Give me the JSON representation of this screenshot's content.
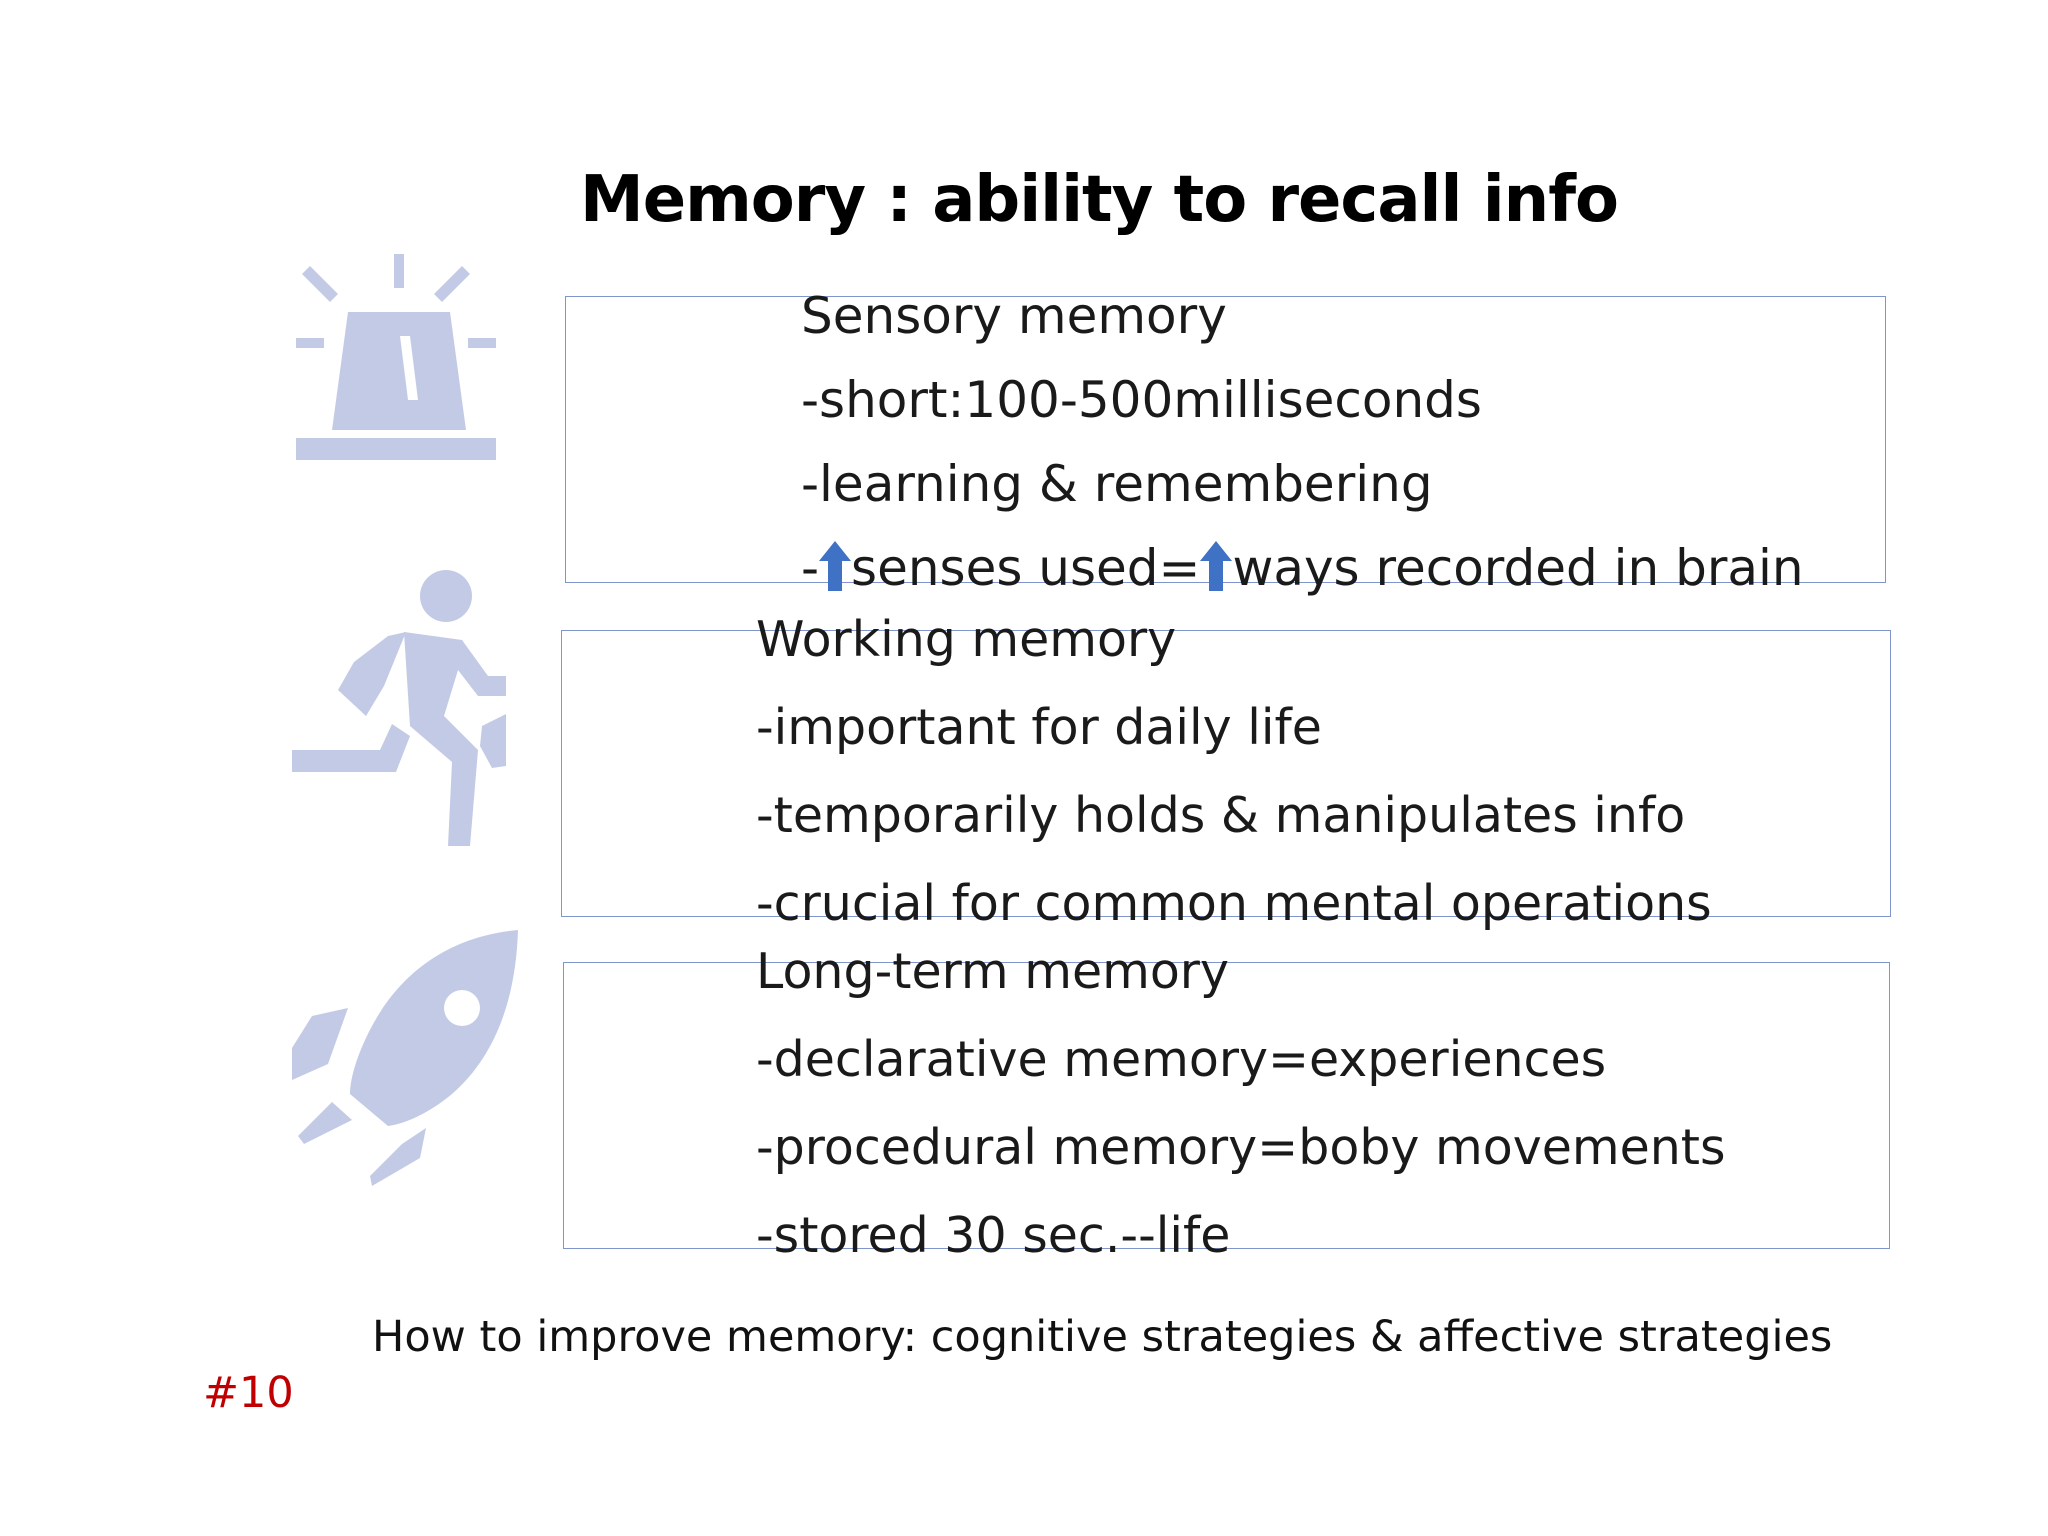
{
  "title": "Memory : ability to recall info",
  "icons": {
    "alert": "siren-icon",
    "running": "running-person-icon",
    "rocket": "rocket-icon",
    "icon_color": "#c3cae6",
    "arrow": "up-arrow-icon",
    "arrow_color": "#3f72c4"
  },
  "sensory": {
    "heading": "Sensory memory",
    "line1": "-short:100-500milliseconds",
    "line2": "-learning & remembering",
    "line3_prefix": "-",
    "line3_mid": "senses used=",
    "line3_end": "ways recorded in brain"
  },
  "working": {
    "heading": "Working memory",
    "line1": "-important for daily life",
    "line2": "-temporarily holds & manipulates info",
    "line3": "-crucial for common mental operations"
  },
  "longterm": {
    "heading": "Long-term memory",
    "line1": "-declarative memory=experiences",
    "line2": "-procedural memory=boby movements",
    "line3": "-stored 30 sec.--life"
  },
  "footer": "How to improve memory: cognitive strategies & affective strategies",
  "slide_number": "#10",
  "colors": {
    "box_border": "#7f95cc",
    "slide_number": "#c00000"
  }
}
